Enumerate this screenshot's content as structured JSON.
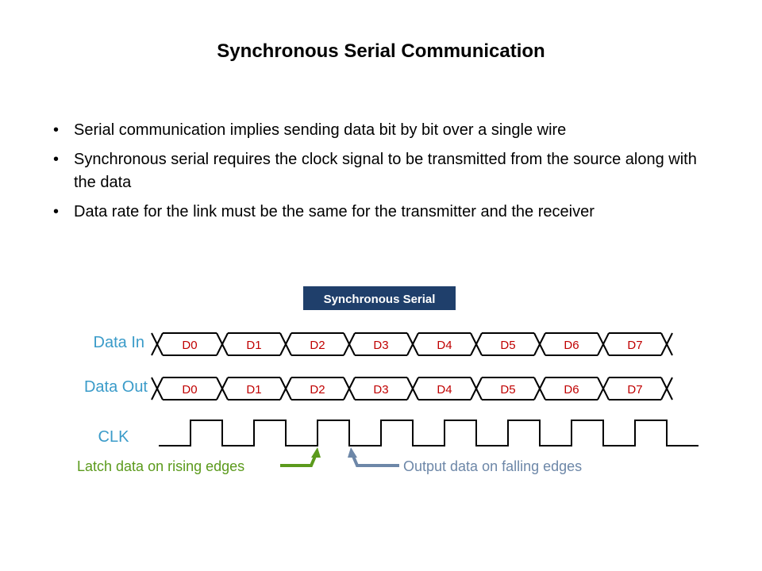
{
  "slide": {
    "title": "Synchronous Serial Communication",
    "bullets": [
      "Serial communication implies sending data bit by bit over a single wire",
      "Synchronous serial requires the clock signal to be transmitted from the source along with the data",
      "Data rate for the link must be the same for the transmitter and the receiver"
    ],
    "bullet_marker": "•"
  },
  "diagram": {
    "badge": "Synchronous Serial",
    "signals": {
      "data_in": "Data In",
      "data_out": "Data Out",
      "clk": "CLK"
    },
    "bits": [
      "D0",
      "D1",
      "D2",
      "D3",
      "D4",
      "D5",
      "D6",
      "D7"
    ],
    "annotations": {
      "rising": "Latch data on rising edges",
      "falling": "Output data on falling edges"
    },
    "colors": {
      "signal_label": "#3a9bc9",
      "bit_label": "#c00000",
      "badge_bg": "#1f3f6b",
      "rising_arrow": "#5b9a1c",
      "falling_arrow": "#6d87a8"
    }
  }
}
